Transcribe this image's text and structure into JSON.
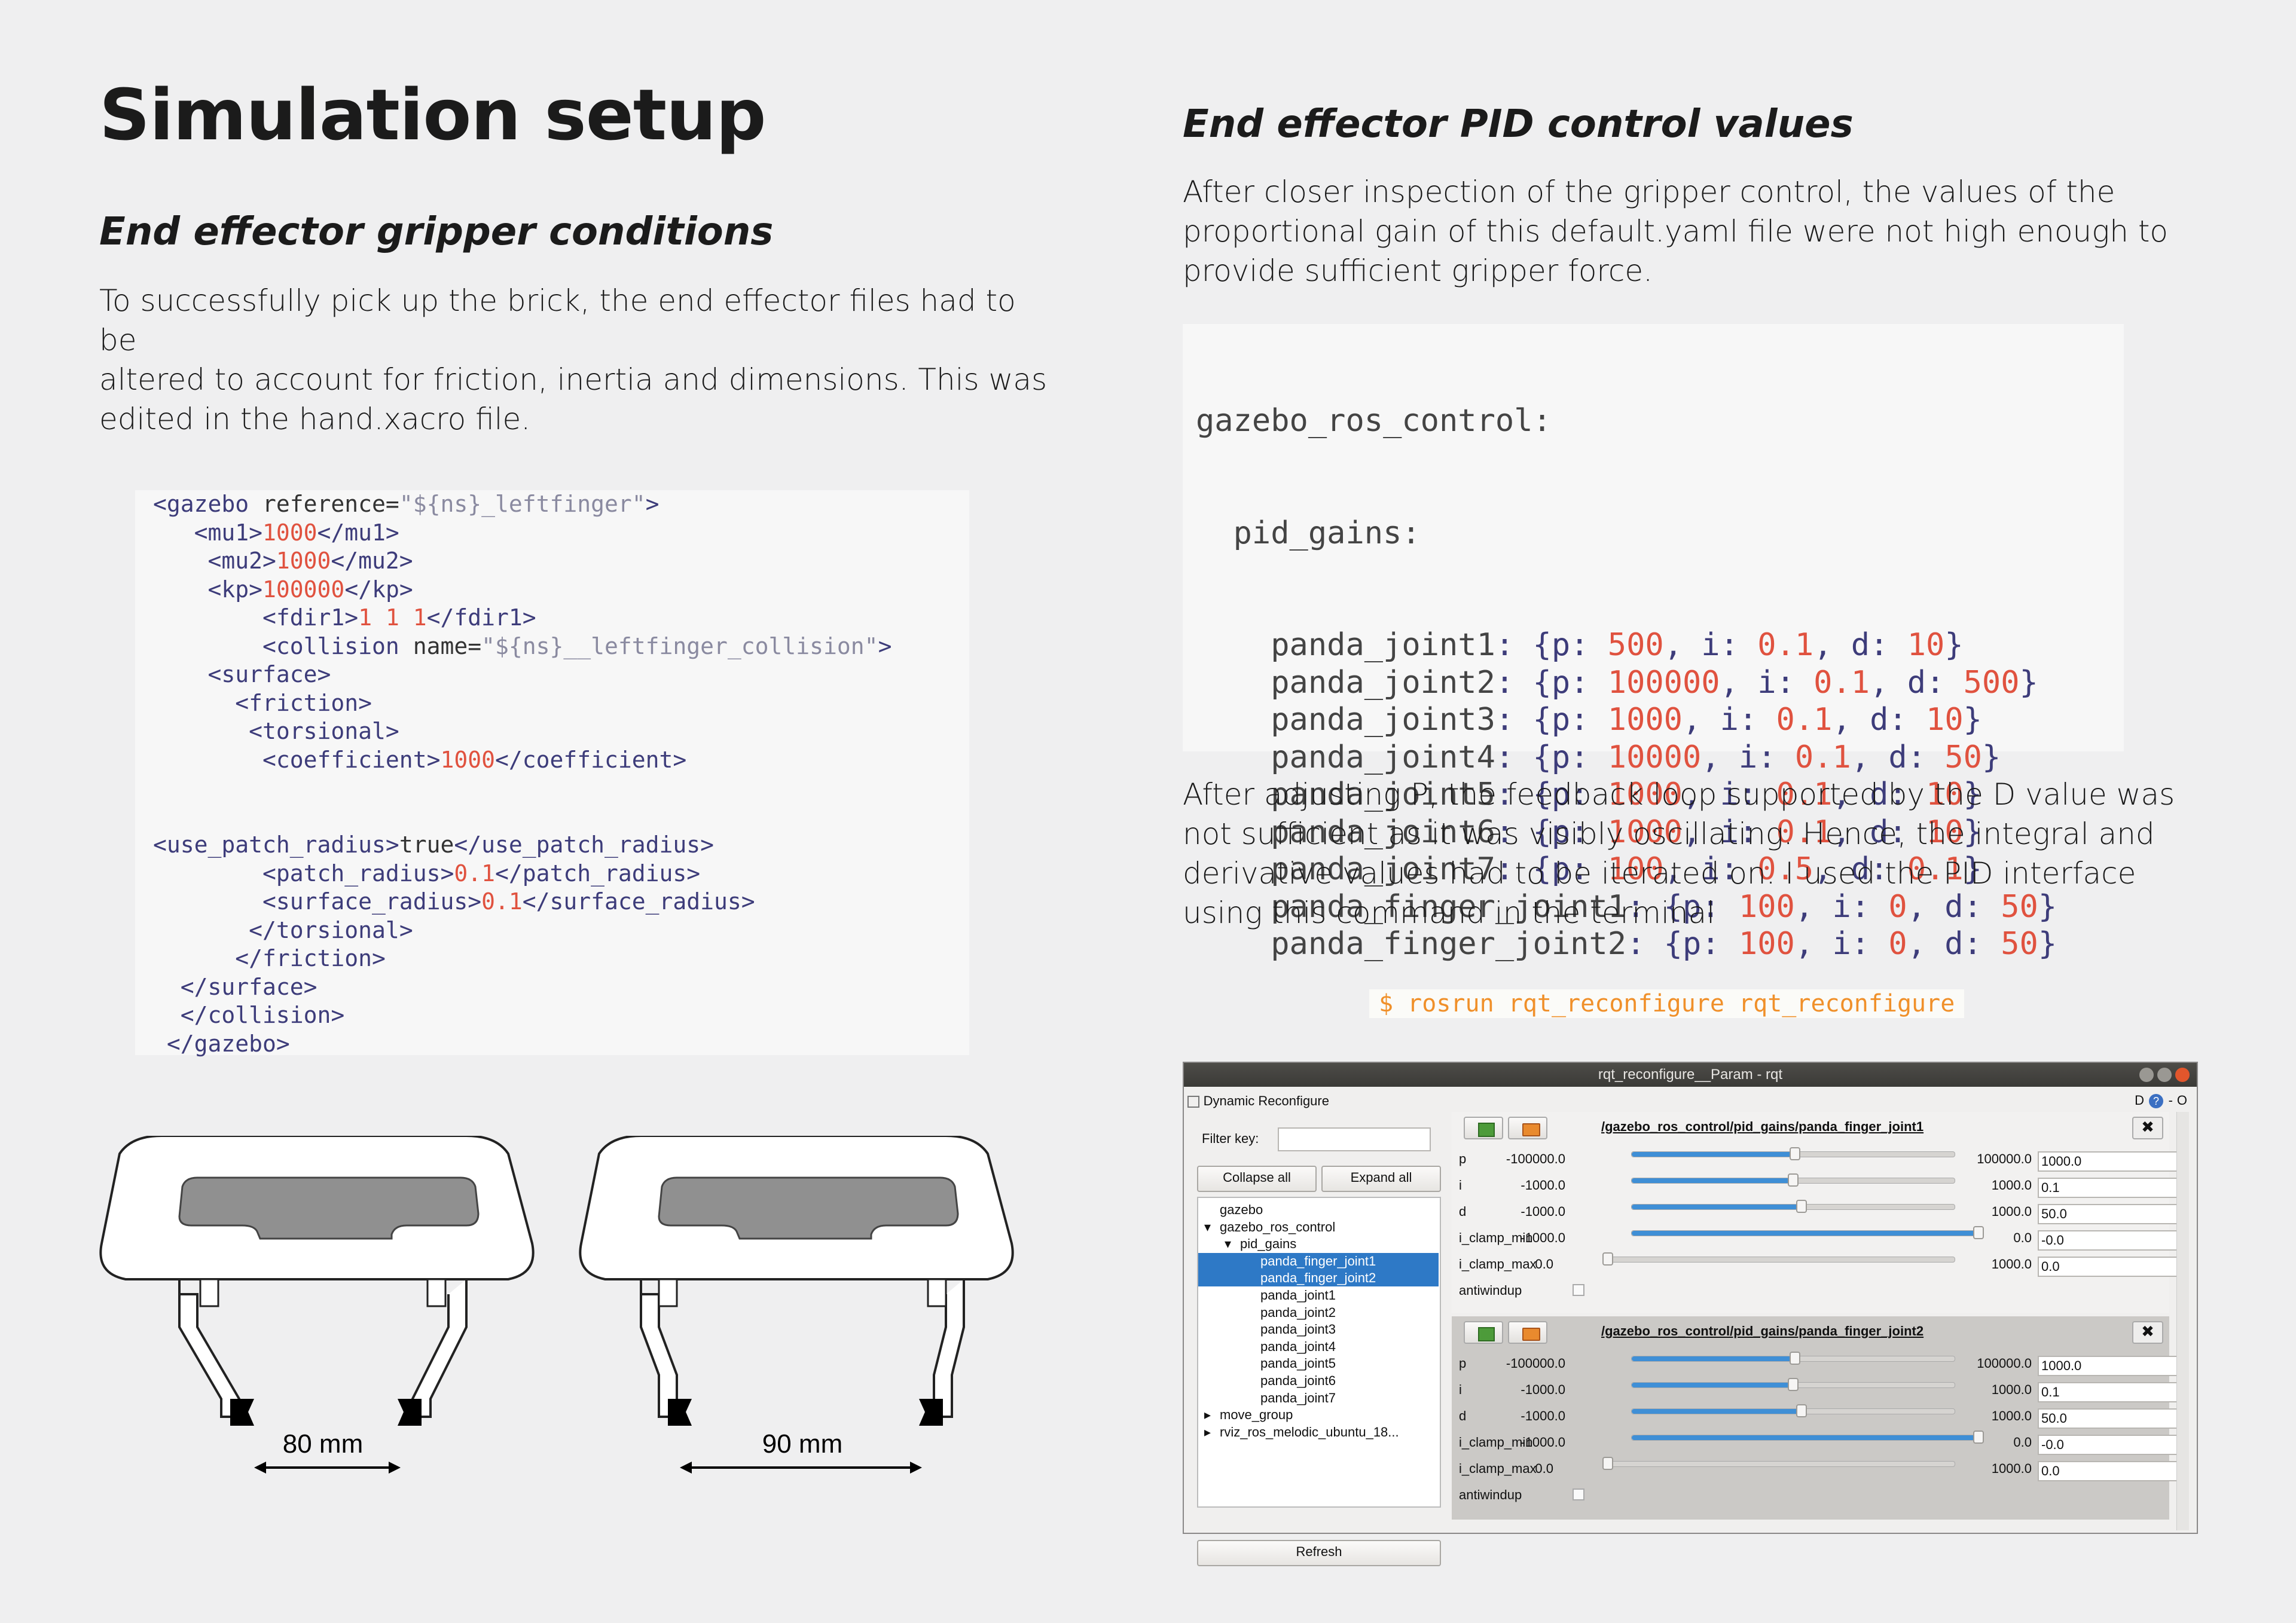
{
  "page": {
    "title": "Simulation setup",
    "left_heading": "End effector gripper conditions",
    "left_paragraph": [
      "To successfully pick up the brick, the end effector files had to be",
      "altered to account for friction, inertia and dimensions. This was",
      "edited in the hand.xacro file."
    ],
    "right_heading": "End effector PID control values",
    "right_paragraph_1": [
      "After closer inspection of the gripper control, the values of the",
      "proportional gain of this default.yaml file were not high enough to",
      "provide sufficient gripper force."
    ],
    "right_paragraph_2": [
      "After adjusting P, the feedback loop supported by the D value was",
      "not sufficient as it was visibly oscillating. Hence, the integral and",
      "derivative values had to be iterated on. I used the PID interface",
      "using this command in the terminal"
    ],
    "command": "$ rosrun rqt_reconfigure rqt_reconfigure"
  },
  "xml_code": [
    {
      "indent": "",
      "parts": [
        [
          "t",
          "<gazebo "
        ],
        [
          "d",
          "reference="
        ],
        [
          "s",
          "\"${ns}_leftfinger\""
        ],
        [
          "t",
          ">"
        ]
      ]
    },
    {
      "indent": "   ",
      "parts": [
        [
          "t",
          "<mu1>"
        ],
        [
          "n",
          "1000"
        ],
        [
          "t",
          "</mu1>"
        ]
      ]
    },
    {
      "indent": "    ",
      "parts": [
        [
          "t",
          "<mu2>"
        ],
        [
          "n",
          "1000"
        ],
        [
          "t",
          "</mu2>"
        ]
      ]
    },
    {
      "indent": "    ",
      "parts": [
        [
          "t",
          "<kp>"
        ],
        [
          "n",
          "100000"
        ],
        [
          "t",
          "</kp>"
        ]
      ]
    },
    {
      "indent": "        ",
      "parts": [
        [
          "t",
          "<fdir1>"
        ],
        [
          "n",
          "1 1 1"
        ],
        [
          "t",
          "</fdir1>"
        ]
      ]
    },
    {
      "indent": "        ",
      "parts": [
        [
          "t",
          "<collision "
        ],
        [
          "d",
          "name="
        ],
        [
          "s",
          "\"${ns}__leftfinger_collision\""
        ],
        [
          "t",
          ">"
        ]
      ]
    },
    {
      "indent": "    ",
      "parts": [
        [
          "t",
          "<surface>"
        ]
      ]
    },
    {
      "indent": "      ",
      "parts": [
        [
          "t",
          "<friction>"
        ]
      ]
    },
    {
      "indent": "       ",
      "parts": [
        [
          "t",
          "<torsional>"
        ]
      ]
    },
    {
      "indent": "        ",
      "parts": [
        [
          "t",
          "<coefficient>"
        ],
        [
          "n",
          "1000"
        ],
        [
          "t",
          "</coefficient>"
        ]
      ]
    },
    {
      "indent": "",
      "parts": []
    },
    {
      "indent": "",
      "parts": []
    },
    {
      "indent": "",
      "parts": [
        [
          "t",
          "<use_patch_radius>"
        ],
        [
          "d",
          "true"
        ],
        [
          "t",
          "</use_patch_radius>"
        ]
      ]
    },
    {
      "indent": "        ",
      "parts": [
        [
          "t",
          "<patch_radius>"
        ],
        [
          "n",
          "0.1"
        ],
        [
          "t",
          "</patch_radius>"
        ]
      ]
    },
    {
      "indent": "        ",
      "parts": [
        [
          "t",
          "<surface_radius>"
        ],
        [
          "n",
          "0.1"
        ],
        [
          "t",
          "</surface_radius>"
        ]
      ]
    },
    {
      "indent": "       ",
      "parts": [
        [
          "t",
          "</torsional>"
        ]
      ]
    },
    {
      "indent": "      ",
      "parts": [
        [
          "t",
          "</friction>"
        ]
      ]
    },
    {
      "indent": "  ",
      "parts": [
        [
          "t",
          "</surface>"
        ]
      ]
    },
    {
      "indent": "  ",
      "parts": [
        [
          "t",
          "</collision>"
        ]
      ]
    },
    {
      "indent": " ",
      "parts": [
        [
          "t",
          "</gazebo>"
        ]
      ]
    }
  ],
  "yaml_code": {
    "root": "gazebo_ros_control:",
    "group": "pid_gains:",
    "joints": [
      {
        "name": "panda_joint1",
        "p": "500",
        "i": "0.1",
        "d": "10"
      },
      {
        "name": "panda_joint2",
        "p": "100000",
        "i": "0.1",
        "d": "500"
      },
      {
        "name": "panda_joint3",
        "p": "1000",
        "i": "0.1",
        "d": "10"
      },
      {
        "name": "panda_joint4",
        "p": "10000",
        "i": "0.1",
        "d": "50"
      },
      {
        "name": "panda_joint5",
        "p": "1000",
        "i": "0.1",
        "d": "10"
      },
      {
        "name": "panda_joint6",
        "p": "1000",
        "i": "0.1",
        "d": "10"
      },
      {
        "name": "panda_joint7",
        "p": "100",
        "i": "0.5",
        "d": "0.1"
      },
      {
        "name": "panda_finger_joint1",
        "p": "100",
        "i": "0",
        "d": "50"
      },
      {
        "name": "panda_finger_joint2",
        "p": "100",
        "i": "0",
        "d": "50"
      }
    ]
  },
  "figure": {
    "label_left": "80 mm",
    "label_right": "90 mm"
  },
  "rqt": {
    "window_title": "rqt_reconfigure__Param - rqt",
    "plugin_title": "Dynamic Reconfigure",
    "plugin_icons": "D",
    "filter_label": "Filter key:",
    "filter_value": "",
    "collapse_label": "Collapse all",
    "expand_label": "Expand all",
    "refresh_label": "Refresh",
    "tree": [
      {
        "label": "gazebo",
        "level": 0,
        "arrow": "",
        "selected": false
      },
      {
        "label": "gazebo_ros_control",
        "level": 0,
        "arrow": "▾",
        "selected": false
      },
      {
        "label": "pid_gains",
        "level": 1,
        "arrow": "▾",
        "selected": false
      },
      {
        "label": "panda_finger_joint1",
        "level": 2,
        "arrow": "",
        "selected": true
      },
      {
        "label": "panda_finger_joint2",
        "level": 2,
        "arrow": "",
        "selected": true
      },
      {
        "label": "panda_joint1",
        "level": 2,
        "arrow": "",
        "selected": false
      },
      {
        "label": "panda_joint2",
        "level": 2,
        "arrow": "",
        "selected": false
      },
      {
        "label": "panda_joint3",
        "level": 2,
        "arrow": "",
        "selected": false
      },
      {
        "label": "panda_joint4",
        "level": 2,
        "arrow": "",
        "selected": false
      },
      {
        "label": "panda_joint5",
        "level": 2,
        "arrow": "",
        "selected": false
      },
      {
        "label": "panda_joint6",
        "level": 2,
        "arrow": "",
        "selected": false
      },
      {
        "label": "panda_joint7",
        "level": 2,
        "arrow": "",
        "selected": false
      },
      {
        "label": "move_group",
        "level": 0,
        "arrow": "▸",
        "selected": false
      },
      {
        "label": "rviz_ros_melodic_ubuntu_18...",
        "level": 0,
        "arrow": "▸",
        "selected": false
      }
    ],
    "panels": [
      {
        "path": "/gazebo_ros_control/pid_gains/panda_finger_joint1",
        "close": "✖",
        "params": [
          {
            "name": "p",
            "min": "-100000.0",
            "max": "100000.0",
            "value": "1000.0",
            "level": 0.505
          },
          {
            "name": "i",
            "min": "-1000.0",
            "max": "1000.0",
            "value": "0.1",
            "level": 0.5
          },
          {
            "name": "d",
            "min": "-1000.0",
            "max": "1000.0",
            "value": "50.0",
            "level": 0.525
          },
          {
            "name": "i_clamp_min",
            "min": "-1000.0",
            "max": "0.0",
            "value": "-0.0",
            "level": 1.0
          },
          {
            "name": "i_clamp_max",
            "min": "0.0",
            "max": "1000.0",
            "value": "0.0",
            "level": 0.0
          }
        ],
        "antiwindup": "antiwindup"
      },
      {
        "path": "/gazebo_ros_control/pid_gains/panda_finger_joint2",
        "close": "✖",
        "params": [
          {
            "name": "p",
            "min": "-100000.0",
            "max": "100000.0",
            "value": "1000.0",
            "level": 0.505
          },
          {
            "name": "i",
            "min": "-1000.0",
            "max": "1000.0",
            "value": "0.1",
            "level": 0.5
          },
          {
            "name": "d",
            "min": "-1000.0",
            "max": "1000.0",
            "value": "50.0",
            "level": 0.525
          },
          {
            "name": "i_clamp_min",
            "min": "-1000.0",
            "max": "0.0",
            "value": "-0.0",
            "level": 1.0
          },
          {
            "name": "i_clamp_max",
            "min": "0.0",
            "max": "1000.0",
            "value": "0.0",
            "level": 0.0
          }
        ],
        "antiwindup": "antiwindup"
      }
    ]
  }
}
